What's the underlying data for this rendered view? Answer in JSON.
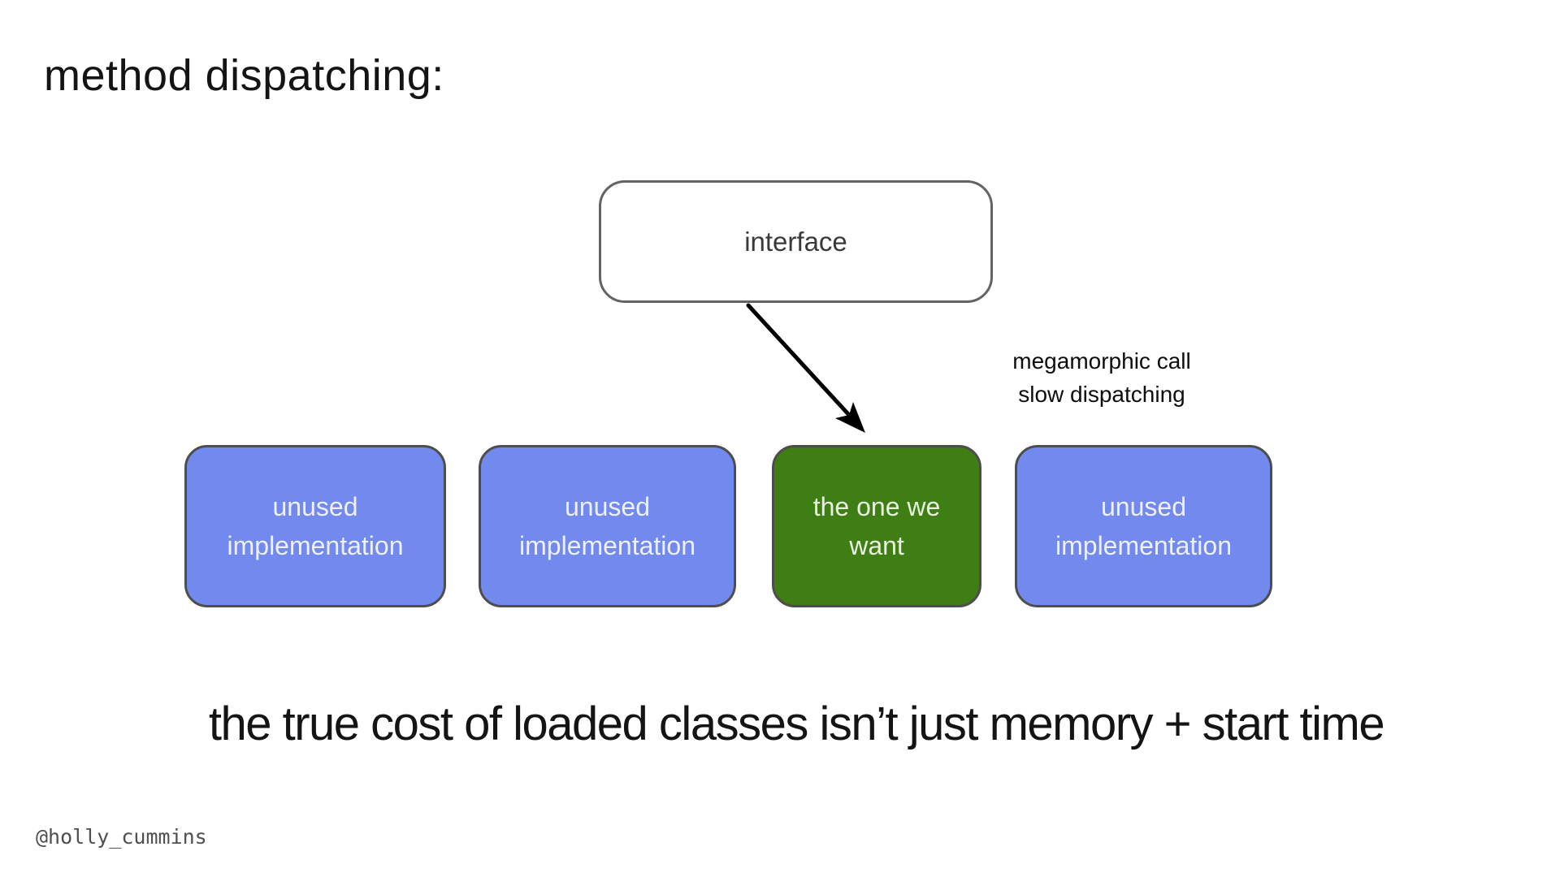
{
  "slide": {
    "title": "method dispatching:",
    "interface_box": {
      "label": "interface"
    },
    "annotation": {
      "line1": "megamorphic call",
      "line2": "slow dispatching"
    },
    "implementations": [
      {
        "type": "unused",
        "line1": "unused",
        "line2": "implementation"
      },
      {
        "type": "unused",
        "line1": "unused",
        "line2": "implementation"
      },
      {
        "type": "selected",
        "line1": "the one we",
        "line2": "want"
      },
      {
        "type": "unused",
        "line1": "unused",
        "line2": "implementation"
      }
    ],
    "statement": "the true cost of loaded classes isn’t just memory + start time",
    "handle": "@holly_cummins",
    "colors": {
      "unused_box": "#7289ee",
      "unused_box_text": "#eef1fd",
      "selected_box": "#3f7d15",
      "selected_box_text": "#e8f2df",
      "box_border": "#4d4d4d",
      "interface_border": "#636363",
      "arrow": "#000000",
      "text_dark": "#141414",
      "handle_text": "#4f4f4f"
    }
  }
}
